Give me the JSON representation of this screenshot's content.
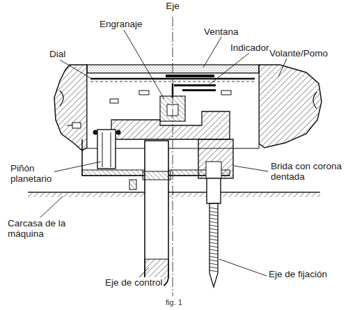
{
  "diagram": {
    "caption": "fig. 1",
    "labels": [
      "Eje",
      "Engranaje",
      "Ventana",
      "Indicador",
      "Dial",
      "Volante/Pomo",
      "Piñón planetario",
      "Brida con corona dentada",
      "Carcasa de la máquina",
      "Eje de control",
      "Eje de fijación"
    ]
  }
}
